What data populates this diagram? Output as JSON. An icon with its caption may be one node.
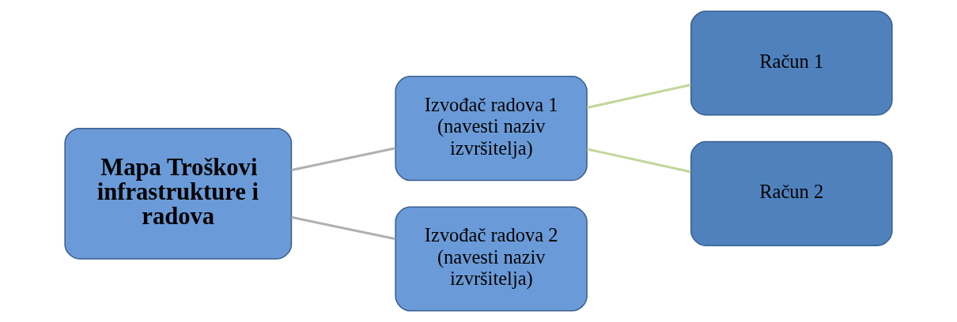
{
  "diagram": {
    "nodes": [
      {
        "text": [
          "Mapa Troškovi infrastrukture i radova"
        ]
      },
      {
        "text": [
          "Izvođač radova 1 (navesti naziv izvršitelja)"
        ]
      },
      {
        "text": [
          "Izvođač radova 2 (navesti naziv izvršitelja)"
        ]
      },
      {
        "text": [
          "Račun 1"
        ]
      },
      {
        "text": [
          "Račun 2"
        ]
      }
    ],
    "edges": [
      {
        "from": 0,
        "to": 1,
        "arrow": "none",
        "color": "#b0b0b0"
      },
      {
        "from": 0,
        "to": 2,
        "arrow": "none",
        "color": "#b0b0b0"
      },
      {
        "from": 1,
        "to": 3,
        "arrow": "none",
        "color": "#c3d69b"
      },
      {
        "from": 1,
        "to": 4,
        "arrow": "none",
        "color": "#c3d69b"
      }
    ]
  }
}
